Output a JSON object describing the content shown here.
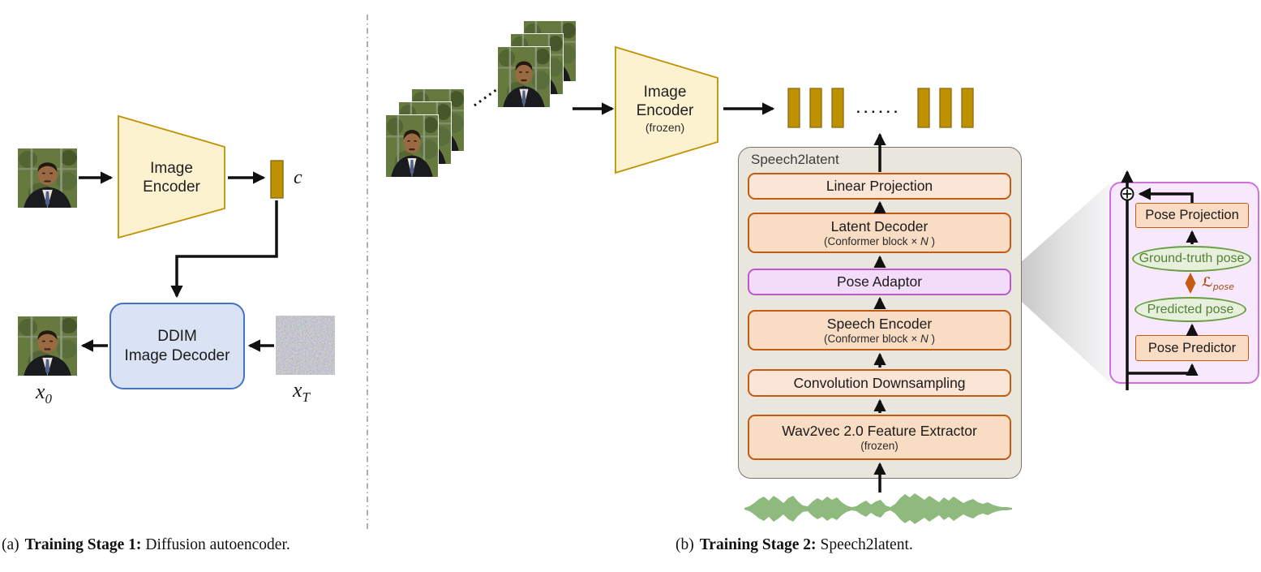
{
  "stage1": {
    "encoder": {
      "line1": "Image",
      "line2": "Encoder"
    },
    "latent_label": "c",
    "decoder": {
      "line1": "DDIM",
      "line2": "Image Decoder"
    },
    "x0": {
      "base": "x",
      "sub": "0"
    },
    "xT": {
      "base": "x",
      "sub": "T"
    }
  },
  "stage2": {
    "encoder": {
      "line1": "Image",
      "line2": "Encoder",
      "line3": "(frozen)"
    },
    "dots": "......",
    "container_label": "Speech2latent",
    "blocks": [
      {
        "label": "Linear Projection"
      },
      {
        "label": "Latent Decoder",
        "sub_pre": "(Conformer block × ",
        "sub_n": "N",
        "sub_post": " )"
      },
      {
        "label": "Pose Adaptor"
      },
      {
        "label": "Speech Encoder",
        "sub_pre": "(Conformer block × ",
        "sub_n": "N",
        "sub_post": " )"
      },
      {
        "label": "Convolution Downsampling"
      },
      {
        "label": "Wav2vec 2.0 Feature Extractor",
        "sub": "(frozen)"
      }
    ]
  },
  "pose_adaptor_detail": {
    "pose_projection": "Pose Projection",
    "ground_truth_pose": "Ground-truth pose",
    "loss": {
      "base": "ℒ",
      "sub": "pose"
    },
    "predicted_pose": "Predicted pose",
    "pose_predictor": "Pose Predictor"
  },
  "captions": {
    "a": {
      "prefix": "(a)",
      "bold": "Training Stage 1:",
      "rest": "Diffusion autoencoder."
    },
    "b": {
      "prefix": "(b)",
      "bold": "Training Stage 2:",
      "rest": "Speech2latent."
    }
  },
  "colors": {
    "encoder_fill": "#fdf2d0",
    "encoder_border": "#bf9000",
    "latent_bar": "#bf9000",
    "latent_bar_border": "#8c6d10",
    "decoder_fill": "#dae3f3",
    "decoder_border": "#4472c4",
    "module_fill": "#fbe5d6",
    "module_border": "#c55a11",
    "pose_adaptor_fill": "#f3dcfa",
    "pose_adaptor_border": "#bb58d0",
    "panel_fill": "#f8e8fd",
    "panel_border": "#cf70de",
    "ellipse_fill": "#e7f0dd",
    "ellipse_border": "#699f41",
    "ellipse_text": "#538135",
    "container_fill": "#e9e6de",
    "container_border": "#7a766c",
    "waveform": "#8fba7d",
    "loss_text": "#a34c0d",
    "arrow": "#111111"
  }
}
